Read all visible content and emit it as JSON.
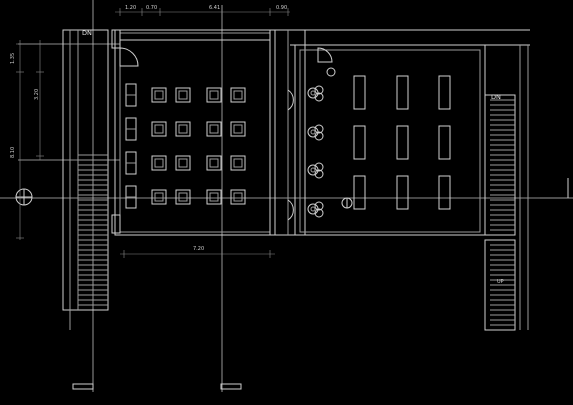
{
  "labels": {
    "stair_left": "DN",
    "stair_right": "DN",
    "stair_right_up": "UP"
  },
  "dimensions": {
    "top_1": "1.20",
    "top_2": "0.70",
    "top_3": "6.41",
    "top_4": "0.90",
    "left_1": "1.35",
    "left_2": "3.20",
    "left_3": "8.10",
    "bottom_1": "7.20"
  },
  "colors": {
    "line": "#cfcfcf",
    "background": "#000000"
  }
}
